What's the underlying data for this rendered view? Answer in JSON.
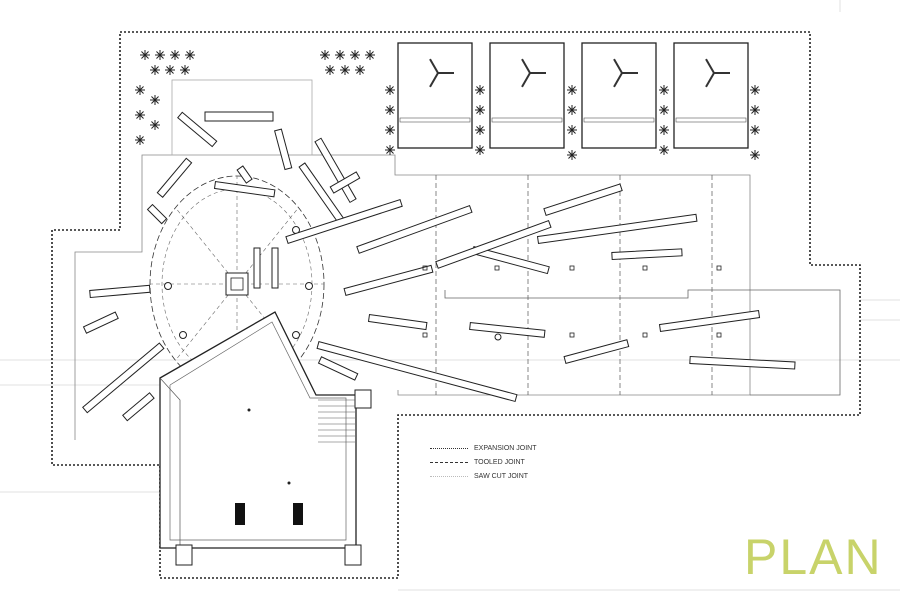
{
  "title": "PLAN",
  "title_color": "#c8d36a",
  "legend": [
    {
      "label": "EXPANSION JOINT",
      "style": "expansion"
    },
    {
      "label": "TOOLED JOINT",
      "style": "tooled"
    },
    {
      "label": "SAW CUT JOINT",
      "style": "saw-cut"
    }
  ]
}
